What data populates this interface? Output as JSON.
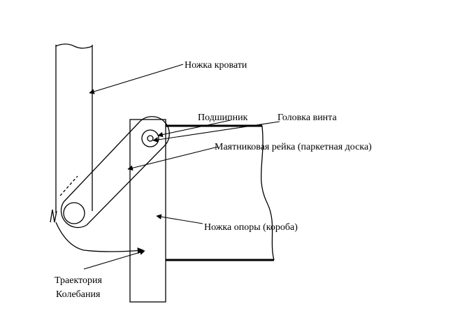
{
  "labels": {
    "bed_leg": "Ножка кровати",
    "bearing": "Подшипник",
    "screw_head": "Головка винта",
    "pendulum_rail": "Маятниковая рейка (паркетная доска)",
    "support_leg": "Ножка опоры (короба)",
    "trajectory_line1": "Траектория",
    "trajectory_line2": "Колебания"
  },
  "colors": {
    "stroke": "#000000",
    "background": "#ffffff"
  }
}
